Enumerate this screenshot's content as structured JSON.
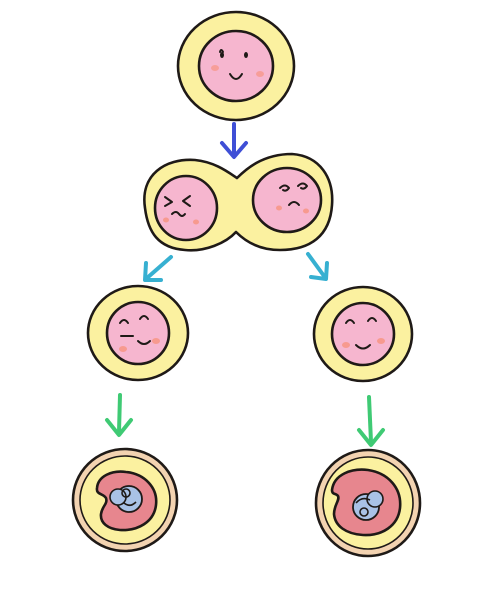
{
  "colors": {
    "background": "#ffffff",
    "outline": "#1f1a17",
    "cell_yellow": "#fbf1a0",
    "nucleus_pink": "#f6b6cf",
    "blush": "#f79a8f",
    "embryo_pink": "#e7868e",
    "embryo_outer": "#f3d3b1",
    "inner_cell_blue": "#a9c2e6",
    "arrow_blue": "#3f4fd6",
    "arrow_teal": "#37b0d1",
    "arrow_green": "#3fca74"
  },
  "icons": {
    "stage_1": "single-cell-smiling-nucleus",
    "stage_2": "two-cell-embryo-dividing",
    "stage_3": "separated-cells-smiling",
    "stage_4": "twin-embryos-with-inner-cell-mass",
    "arrows": "down-arrows"
  }
}
